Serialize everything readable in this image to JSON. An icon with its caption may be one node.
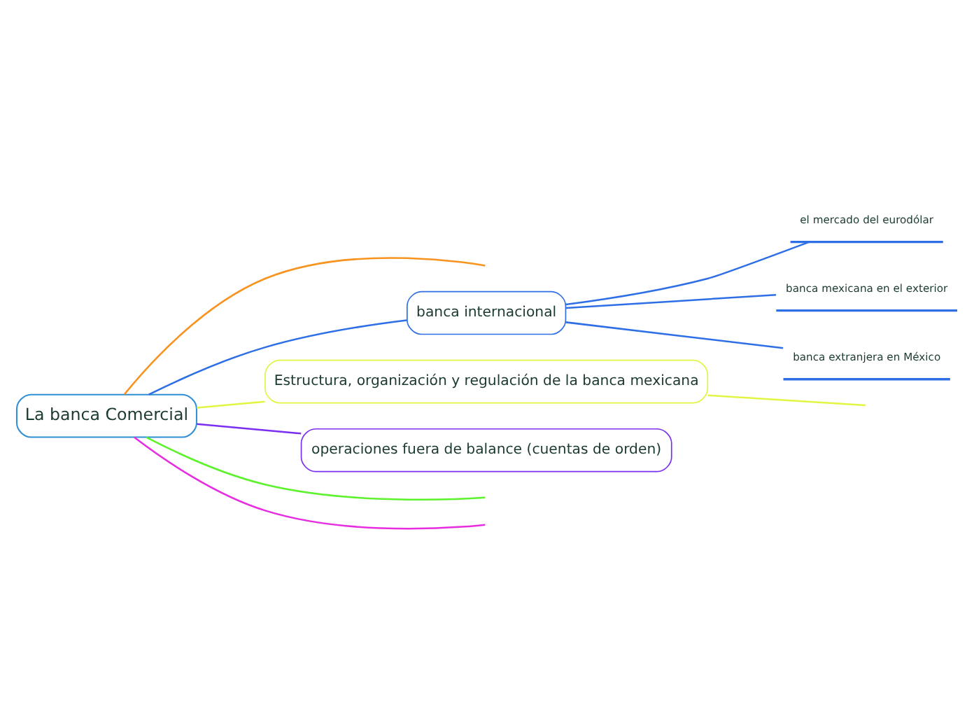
{
  "diagram": {
    "nodes": [
      {
        "text": [
          "La banca Comercial"
        ]
      },
      {
        "text": [
          "banca internacional"
        ]
      },
      {
        "text": [
          "el mercado del eurodólar"
        ]
      },
      {
        "text": [
          "banca mexicana en el exterior"
        ]
      },
      {
        "text": [
          "banca extranjera en México"
        ]
      },
      {
        "text": [
          "Estructura, organización y regulación de la banca mexicana"
        ]
      },
      {
        "text": [
          "operaciones fuera de balance (cuentas de orden)"
        ]
      }
    ],
    "edges": [
      {
        "from": 0,
        "to": null,
        "arrow": "none",
        "color": "#f7931e"
      },
      {
        "from": 0,
        "to": 1,
        "arrow": "none",
        "color": "#2f6fe6"
      },
      {
        "from": 1,
        "to": 2,
        "arrow": "none",
        "color": "#2f6fe6"
      },
      {
        "from": 1,
        "to": 3,
        "arrow": "none",
        "color": "#2f6fe6"
      },
      {
        "from": 1,
        "to": 4,
        "arrow": "none",
        "color": "#2f6fe6"
      },
      {
        "from": 0,
        "to": 5,
        "arrow": "none",
        "color": "#e2f542"
      },
      {
        "from": 5,
        "to": null,
        "arrow": "none",
        "color": "#e2f542"
      },
      {
        "from": 0,
        "to": 6,
        "arrow": "none",
        "color": "#7b2ff0"
      },
      {
        "from": 0,
        "to": null,
        "arrow": "none",
        "color": "#e62ee0"
      },
      {
        "from": 0,
        "to": null,
        "arrow": "none",
        "color": "#5cf22c"
      }
    ]
  }
}
